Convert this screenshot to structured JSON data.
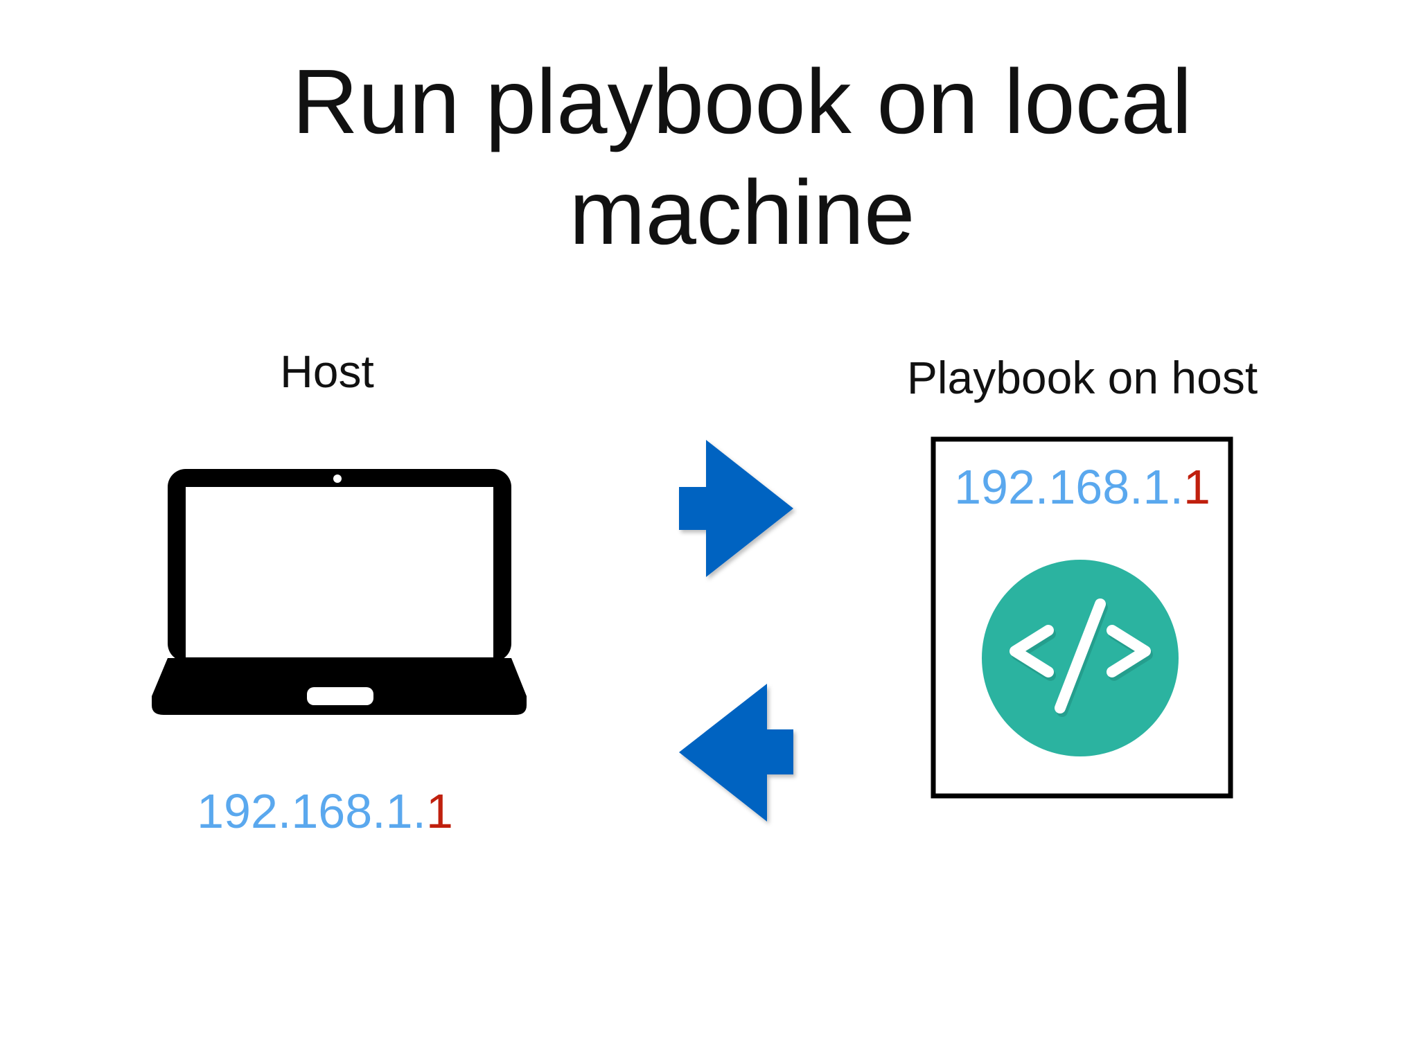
{
  "title": {
    "line1": "Run playbook on local",
    "line2": "machine"
  },
  "host": {
    "label": "Host",
    "ip_prefix": "192.168.1.",
    "ip_suffix": "1",
    "icon": "laptop-icon"
  },
  "playbook": {
    "label": "Playbook on host",
    "ip_prefix": "192.168.1.",
    "ip_suffix": "1",
    "icon": "code-icon"
  },
  "arrows": {
    "top": "arrow-right-icon",
    "bottom": "arrow-left-icon"
  },
  "colors": {
    "arrow": "#0563C1",
    "code_circle": "#2BB3A0",
    "ip_prefix": "#5AA8EE",
    "ip_suffix": "#C0200E",
    "text": "#111111"
  }
}
